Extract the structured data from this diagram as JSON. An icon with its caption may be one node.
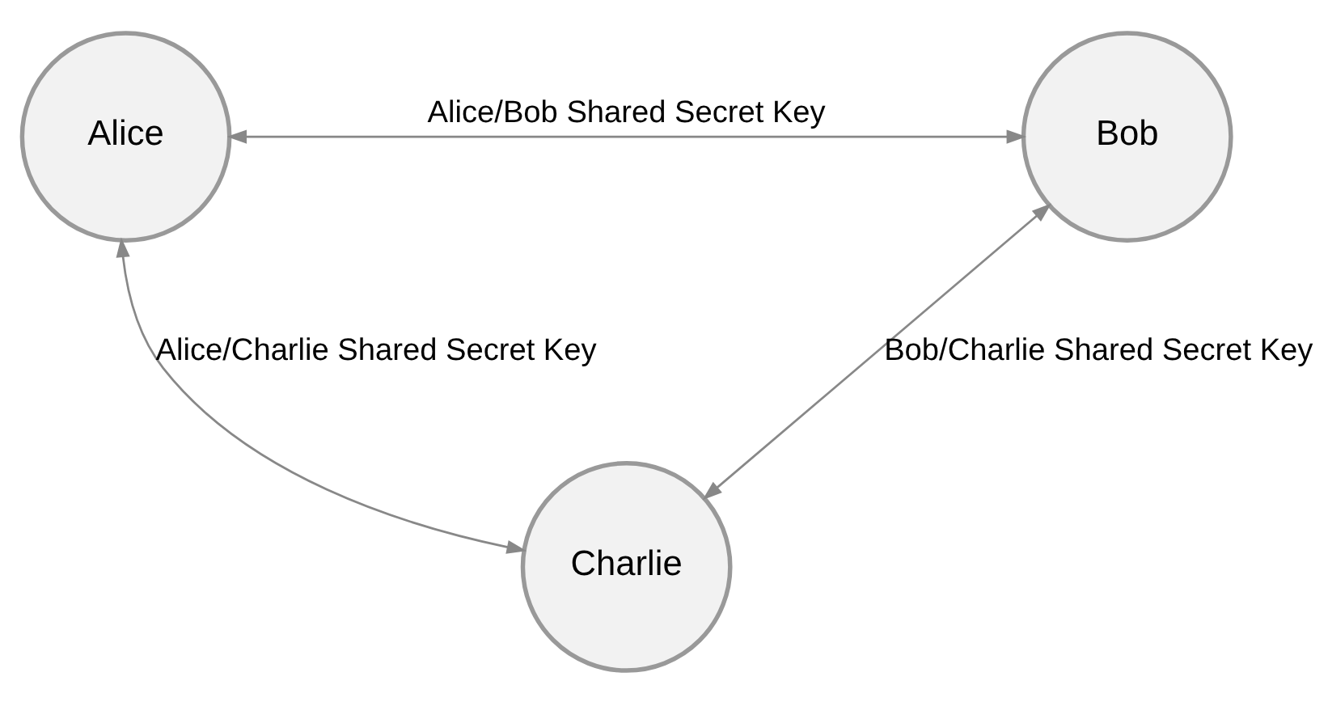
{
  "diagram": {
    "nodes": [
      {
        "text": [
          "Alice"
        ]
      },
      {
        "text": [
          "Bob"
        ]
      },
      {
        "text": [
          "Charlie"
        ]
      }
    ],
    "edges": [
      {
        "from": 0,
        "to": 1,
        "arrow": "both",
        "label": "Alice/Bob Shared Secret Key"
      },
      {
        "from": 0,
        "to": 2,
        "arrow": "both",
        "label": "Alice/Charlie Shared Secret Key"
      },
      {
        "from": 1,
        "to": 2,
        "arrow": "both",
        "label": "Bob/Charlie Shared Secret Key"
      }
    ]
  }
}
